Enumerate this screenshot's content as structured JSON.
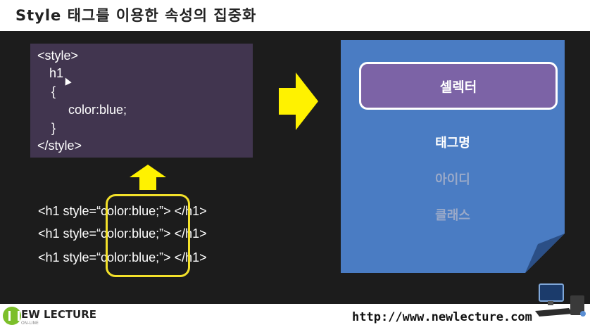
{
  "slide": {
    "title": "Style 태그를 이용한 속성의 집중화"
  },
  "code_block": {
    "lines": [
      "<style>",
      "h1",
      "{",
      "color:blue;",
      "}",
      "</style>"
    ]
  },
  "html_examples": [
    {
      "open": "<h1 style=",
      "value": "“color:blue;”",
      "close": "> </h1>"
    },
    {
      "open": "<h1 style=",
      "value": "“color:blue;”",
      "close": "> </h1>"
    },
    {
      "open": "<h1 style=",
      "value": "“color:blue;”",
      "close": "> </h1>"
    }
  ],
  "note": {
    "selector_label": "셀렉터",
    "items": [
      {
        "label": "태그명",
        "color": "#ffffff"
      },
      {
        "label": "아이디",
        "color": "#9aa9c8"
      },
      {
        "label": "클래스",
        "color": "#9aa9c8"
      }
    ]
  },
  "footer": {
    "logo_text": "EW LECTURE",
    "logo_sub": "ON-LINE",
    "url": "http://www.newlecture.com"
  },
  "colors": {
    "arrow": "#fff200",
    "highlight": "#f3e12a",
    "note_bg": "#4a7cc3",
    "selector_bg": "#7c63a6",
    "code_bg": "#41354f"
  }
}
